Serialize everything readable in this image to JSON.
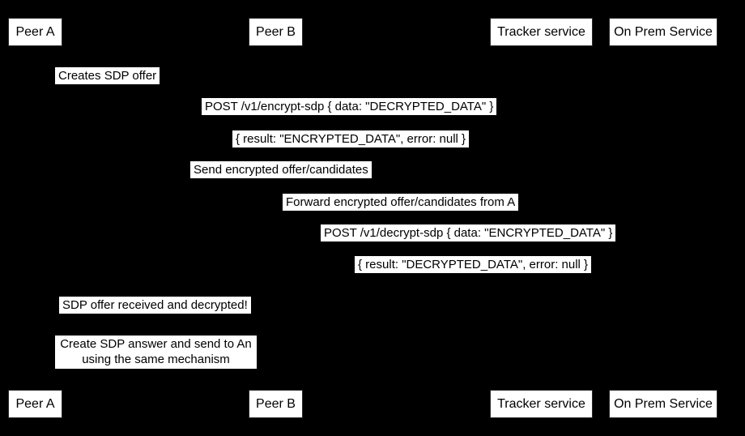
{
  "diagram": {
    "type": "sequence",
    "colors": {
      "background": "#000000",
      "label_background": "#ffffff",
      "text": "#000000"
    },
    "actors": [
      {
        "label": "Peer A"
      },
      {
        "label": "Peer B"
      },
      {
        "label": "Tracker service"
      },
      {
        "label": "On Prem Service"
      }
    ],
    "messages": [
      {
        "label": "Creates SDP offer"
      },
      {
        "label": "POST /v1/encrypt-sdp { data: \"DECRYPTED_DATA\" }"
      },
      {
        "label": "{ result: \"ENCRYPTED_DATA\", error: null }"
      },
      {
        "label": "Send encrypted offer/candidates"
      },
      {
        "label": "Forward encrypted offer/candidates from A"
      },
      {
        "label": "POST /v1/decrypt-sdp { data: \"ENCRYPTED_DATA\" }"
      },
      {
        "label": "{ result: \"DECRYPTED_DATA\", error: null }"
      },
      {
        "label": "SDP offer received and decrypted!"
      }
    ],
    "note": {
      "line1": "Create SDP answer and send to An",
      "line2": "using the same mechanism"
    }
  }
}
